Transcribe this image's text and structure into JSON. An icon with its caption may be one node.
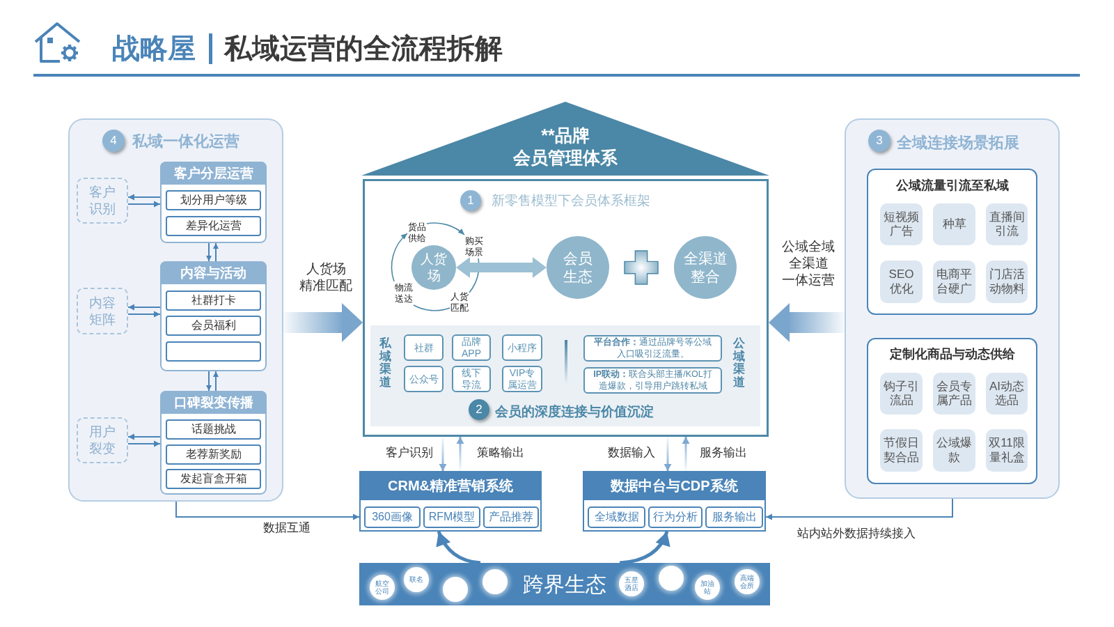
{
  "diagram": {
    "title": "私域运营的全流程拆解",
    "nodes": [
      {
        "text": [
          "私域一体化运营"
        ]
      },
      {
        "text": [
          "4"
        ],
        "in": 0
      },
      {
        "text": [
          "客户识别"
        ],
        "in": 0
      },
      {
        "text": [
          "内容矩阵"
        ],
        "in": 0
      },
      {
        "text": [
          "用户裂变"
        ],
        "in": 0
      },
      {
        "text": [
          "客户分层运营"
        ],
        "in": 0
      },
      {
        "text": [
          "划分用户等级"
        ],
        "in": 5
      },
      {
        "text": [
          "差异化运营"
        ],
        "in": 5
      },
      {
        "text": [
          "内容与活动"
        ],
        "in": 0
      },
      {
        "text": [
          "社群打卡"
        ],
        "in": 8
      },
      {
        "text": [
          "会员福利"
        ],
        "in": 8
      },
      {
        "text": [],
        "shape": "box",
        "in": 8
      },
      {
        "text": [
          "口碑裂变传播"
        ],
        "in": 0
      },
      {
        "text": [
          "话题挑战"
        ],
        "in": 12
      },
      {
        "text": [
          "老荐新奖励"
        ],
        "in": 12
      },
      {
        "text": [
          "发起盲盒开箱"
        ],
        "in": 12
      },
      {
        "text": [
          "**品牌",
          "会员管理体系"
        ]
      },
      {
        "text": [
          "新零售模型下会员体系框架"
        ]
      },
      {
        "text": [
          "1"
        ],
        "in": 17
      },
      {
        "text": [
          "人货场"
        ],
        "in": 17
      },
      {
        "text": [
          "货品供给"
        ],
        "in": 17
      },
      {
        "text": [
          "购买场景"
        ],
        "in": 17
      },
      {
        "text": [
          "人货匹配"
        ],
        "in": 17
      },
      {
        "text": [
          "物流送达"
        ],
        "in": 17
      },
      {
        "text": [
          "会员生态"
        ],
        "in": 17
      },
      {
        "text": [
          "全渠道整合"
        ],
        "in": 17
      },
      {
        "text": [
          "私域渠道",
          "公域渠道",
          "会员的深度连接与价值沉淀"
        ],
        "in": 17
      },
      {
        "text": [
          "2"
        ],
        "in": 26
      },
      {
        "text": [
          "社群"
        ],
        "in": 26
      },
      {
        "text": [
          "品牌APP"
        ],
        "in": 26
      },
      {
        "text": [
          "小程序"
        ],
        "in": 26
      },
      {
        "text": [
          "公众号"
        ],
        "in": 26
      },
      {
        "text": [
          "线下导流"
        ],
        "in": 26
      },
      {
        "text": [
          "VIP专属运营"
        ],
        "in": 26
      },
      {
        "text": [
          "**平台合作：**通过品牌号等公域入口吸引泛流量。"
        ],
        "in": 26
      },
      {
        "text": [
          "**IP联动：**联合头部主播/KOL打造爆款，引导用户跳转私域"
        ],
        "in": 26
      },
      {
        "text": [
          "CRM&精准营销系统"
        ]
      },
      {
        "text": [
          "360画像"
        ],
        "in": 36
      },
      {
        "text": [
          "RFM模型"
        ],
        "in": 36
      },
      {
        "text": [
          "产品推荐"
        ],
        "in": 36
      },
      {
        "text": [
          "数据中台与CDP系统"
        ]
      },
      {
        "text": [
          "全域数据"
        ],
        "in": 40
      },
      {
        "text": [
          "行为分析"
        ],
        "in": 40
      },
      {
        "text": [
          "服务输出"
        ],
        "in": 40
      },
      {
        "text": [
          "跨界生态"
        ]
      },
      {
        "text": [
          "航空公司"
        ],
        "in": 44
      },
      {
        "text": [
          "联名"
        ],
        "in": 44
      },
      {
        "text": [],
        "shape": "circle",
        "in": 44
      },
      {
        "text": [],
        "shape": "circle",
        "in": 44
      },
      {
        "text": [
          "五星酒店"
        ],
        "in": 44
      },
      {
        "text": [],
        "shape": "circle",
        "in": 44
      },
      {
        "text": [
          "加油站"
        ],
        "in": 44
      },
      {
        "text": [
          "高端会所"
        ],
        "in": 44
      },
      {
        "text": [
          "全域连接场景拓展"
        ]
      },
      {
        "text": [
          "3"
        ],
        "in": 53
      },
      {
        "text": [
          "公域流量引流至私域"
        ],
        "in": 53
      },
      {
        "text": [
          "短视频广告"
        ],
        "in": 55
      },
      {
        "text": [
          "种草"
        ],
        "in": 55
      },
      {
        "text": [
          "直播间引流"
        ],
        "in": 55
      },
      {
        "text": [
          "SEO优化"
        ],
        "in": 55
      },
      {
        "text": [
          "电商平台硬广"
        ],
        "in": 55
      },
      {
        "text": [
          "门店活动物料"
        ],
        "in": 55
      },
      {
        "text": [
          "定制化商品与动态供给"
        ],
        "in": 53
      },
      {
        "text": [
          "钩子引流品"
        ],
        "in": 62
      },
      {
        "text": [
          "会员专属产品"
        ],
        "in": 62
      },
      {
        "text": [
          "AI动态选品"
        ],
        "in": 62
      },
      {
        "text": [
          "节假日契合品"
        ],
        "in": 62
      },
      {
        "text": [
          "公域爆款"
        ],
        "in": 62
      },
      {
        "text": [
          "双11限量礼盒"
        ],
        "in": 62
      }
    ],
    "edges": [
      {
        "from": 5,
        "to": 2,
        "arrow": "to"
      },
      {
        "from": 2,
        "to": 5,
        "arrow": "to"
      },
      {
        "from": 8,
        "to": 3,
        "arrow": "to"
      },
      {
        "from": 3,
        "to": 8,
        "arrow": "to"
      },
      {
        "from": 12,
        "to": 4,
        "arrow": "to"
      },
      {
        "from": 4,
        "to": 12,
        "arrow": "to"
      },
      {
        "from": 5,
        "to": 8,
        "arrow": "to"
      },
      {
        "from": 8,
        "to": 5,
        "arrow": "to"
      },
      {
        "from": 8,
        "to": 12,
        "arrow": "to"
      },
      {
        "from": 12,
        "to": 8,
        "arrow": "to"
      },
      {
        "from": 0,
        "to": 17,
        "arrow": "to",
        "label": "人货场精准匹配",
        "style": "thick",
        "color": "#7aa5cc"
      },
      {
        "from": 53,
        "to": 17,
        "arrow": "to",
        "label": "公域全域全渠道一体运营",
        "style": "thick",
        "color": "#7aa5cc"
      },
      {
        "from": 23,
        "to": 20,
        "arrow": "to",
        "color": "#4f8aa8"
      },
      {
        "from": 20,
        "to": 21,
        "arrow": "to",
        "color": "#4f8aa8"
      },
      {
        "from": 21,
        "to": 22,
        "arrow": "none",
        "color": "#4f8aa8"
      },
      {
        "from": 22,
        "to": 23,
        "arrow": "none",
        "color": "#4f8aa8"
      },
      {
        "from": 19,
        "to": 24,
        "arrow": "both",
        "style": "thick",
        "color": "#9cc0d4"
      },
      {
        "from": 17,
        "to": 36,
        "arrow": "to",
        "label": "客户识别",
        "color": "#7ea9d1"
      },
      {
        "from": 36,
        "to": 17,
        "arrow": "to",
        "label": "策略输出",
        "color": "#7ea9d1"
      },
      {
        "from": 17,
        "to": 40,
        "arrow": "to",
        "label": "数据输入",
        "color": "#7ea9d1"
      },
      {
        "from": 40,
        "to": 17,
        "arrow": "to",
        "label": "服务输出",
        "color": "#7ea9d1"
      },
      {
        "from": 44,
        "to": 36,
        "arrow": "to",
        "style": "thick"
      },
      {
        "from": 44,
        "to": 40,
        "arrow": "to",
        "style": "thick"
      },
      {
        "from": 0,
        "to": 36,
        "arrow": "to",
        "label": "数据互通"
      },
      {
        "from": 53,
        "to": 40,
        "arrow": "to",
        "label": "站内站外数据持续接入"
      }
    ],
    "labels": [
      "战略屋"
    ]
  }
}
